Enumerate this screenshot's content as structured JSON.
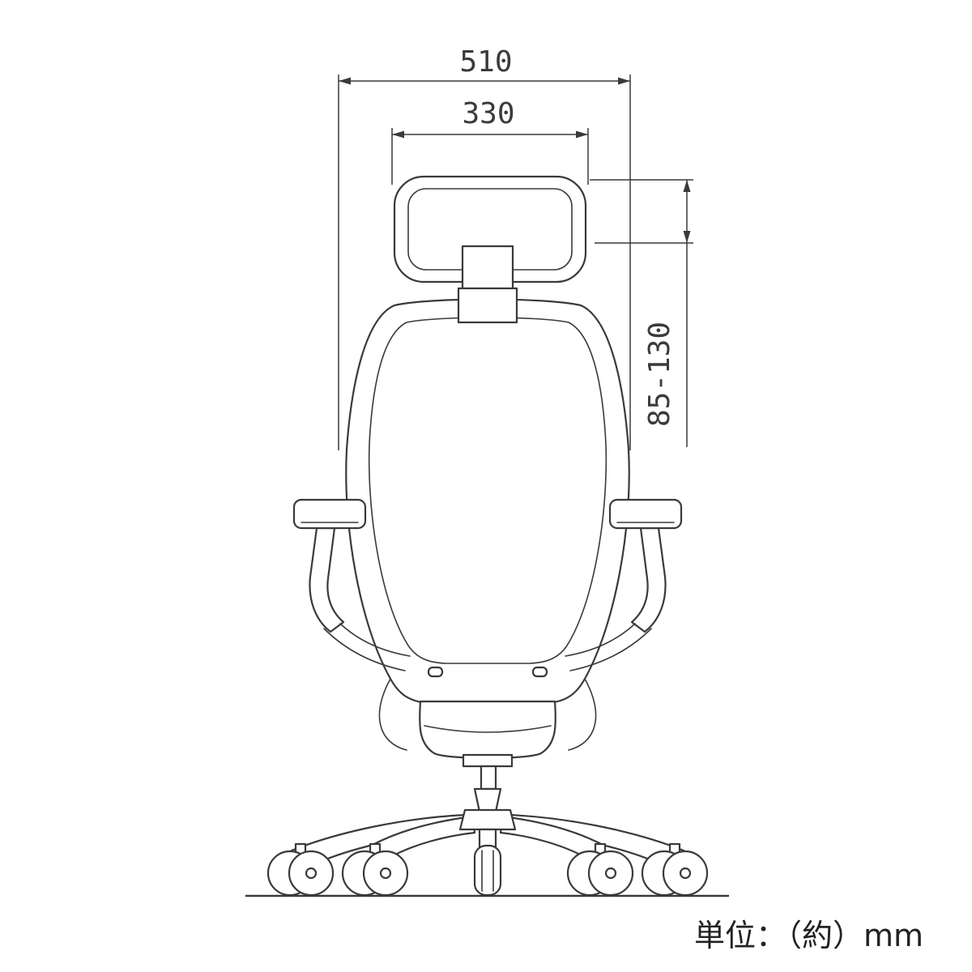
{
  "page": {
    "background": "#ffffff",
    "line_color": "#3a3a3a",
    "drawing_type": "technical-dimension-drawing",
    "subject": "office-chair-rear-view-with-headrest"
  },
  "dimensions": {
    "overall_width": {
      "label": "510",
      "orientation": "horizontal"
    },
    "headrest_width": {
      "label": "330",
      "orientation": "horizontal"
    },
    "headrest_height_range": {
      "label": "85-130",
      "orientation": "vertical"
    }
  },
  "footnote": {
    "unit_note": "単位：（約）mm"
  }
}
